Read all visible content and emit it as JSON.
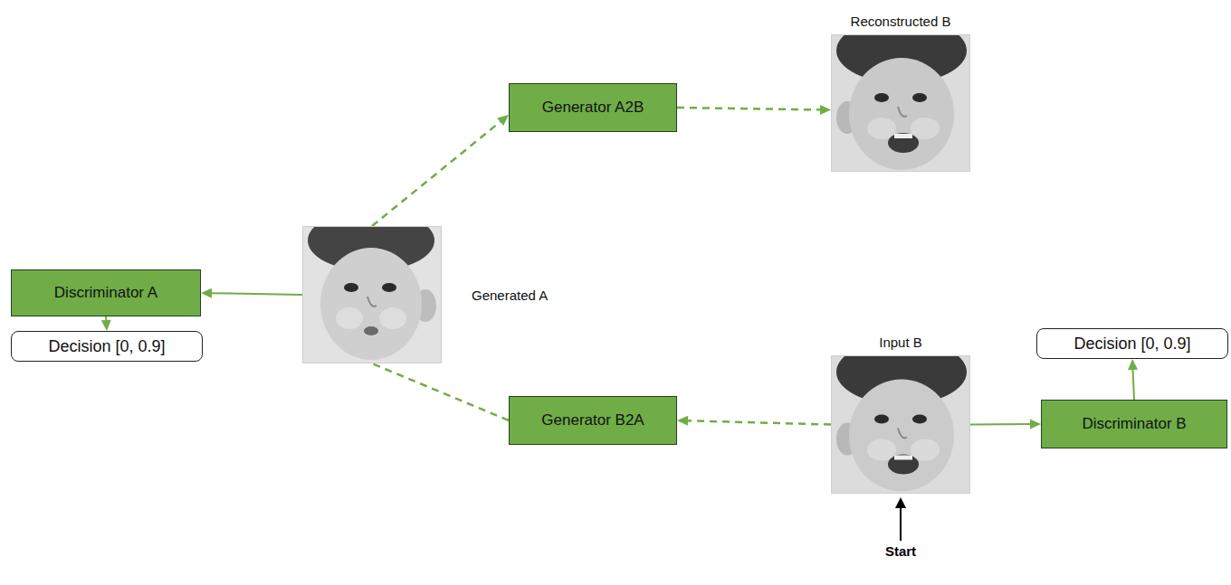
{
  "diagram": {
    "nodes": [
      {
        "text": [
          "Reconstructed B"
        ]
      },
      {
        "text": [
          "Generator A2B"
        ]
      },
      {
        "text": [
          "Discriminator A"
        ]
      },
      {
        "text": [
          "Generated A"
        ]
      },
      {
        "text": [
          "Decision [0, 0.9]"
        ]
      },
      {
        "text": [
          "Decision [0, 0.9]"
        ]
      },
      {
        "text": [
          "Input B"
        ]
      },
      {
        "text": [
          "Generator B2A"
        ]
      },
      {
        "text": [
          "Discriminator B"
        ]
      }
    ],
    "edges": [
      {
        "from": 6,
        "to": 7,
        "arrow": "to"
      },
      {
        "from": 7,
        "to": 3,
        "arrow": "none"
      },
      {
        "from": 3,
        "to": 1,
        "arrow": "to"
      },
      {
        "from": 1,
        "to": 0,
        "arrow": "to"
      },
      {
        "from": 3,
        "to": 2,
        "arrow": "to"
      },
      {
        "from": 2,
        "to": 4,
        "arrow": "to"
      },
      {
        "from": 6,
        "to": 8,
        "arrow": "to"
      },
      {
        "from": 8,
        "to": 5,
        "arrow": "to"
      }
    ],
    "labels": [
      "Start"
    ]
  }
}
